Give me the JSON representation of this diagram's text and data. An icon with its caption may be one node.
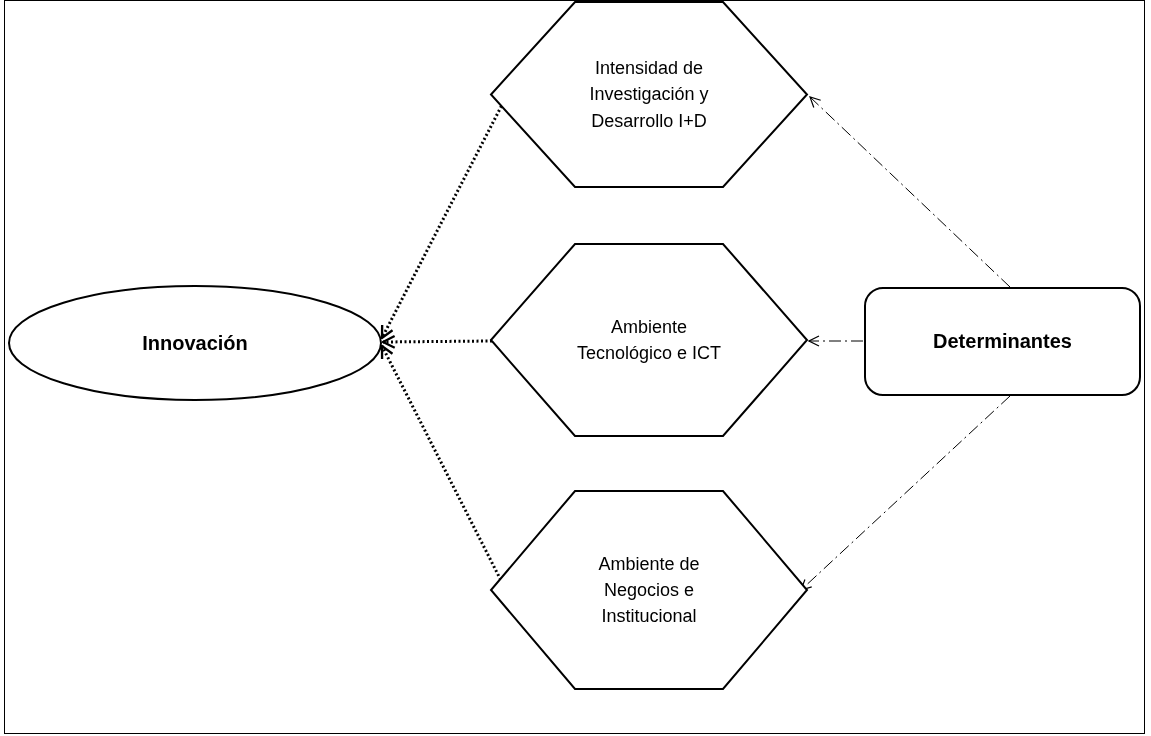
{
  "diagram": {
    "nodes": [
      {
        "text": [
          "Innovación"
        ]
      },
      {
        "text": [
          "Intensidad de Investigación y Desarrollo I+D"
        ]
      },
      {
        "text": [
          "Ambiente Tecnológico e ICT"
        ]
      },
      {
        "text": [
          "Ambiente de Negocios e Institucional"
        ]
      },
      {
        "text": [
          "Determinantes"
        ]
      }
    ],
    "edges": [
      {
        "from": 4,
        "to": 1,
        "arrow": "to",
        "style": "dashed"
      },
      {
        "from": 4,
        "to": 2,
        "arrow": "to",
        "style": "dashed"
      },
      {
        "from": 4,
        "to": 3,
        "arrow": "to",
        "style": "dashed"
      },
      {
        "from": 1,
        "to": 0,
        "arrow": "to",
        "style": "dashed"
      },
      {
        "from": 2,
        "to": 0,
        "arrow": "to",
        "style": "dashed"
      },
      {
        "from": 3,
        "to": 0,
        "arrow": "to",
        "style": "dashed"
      }
    ]
  }
}
